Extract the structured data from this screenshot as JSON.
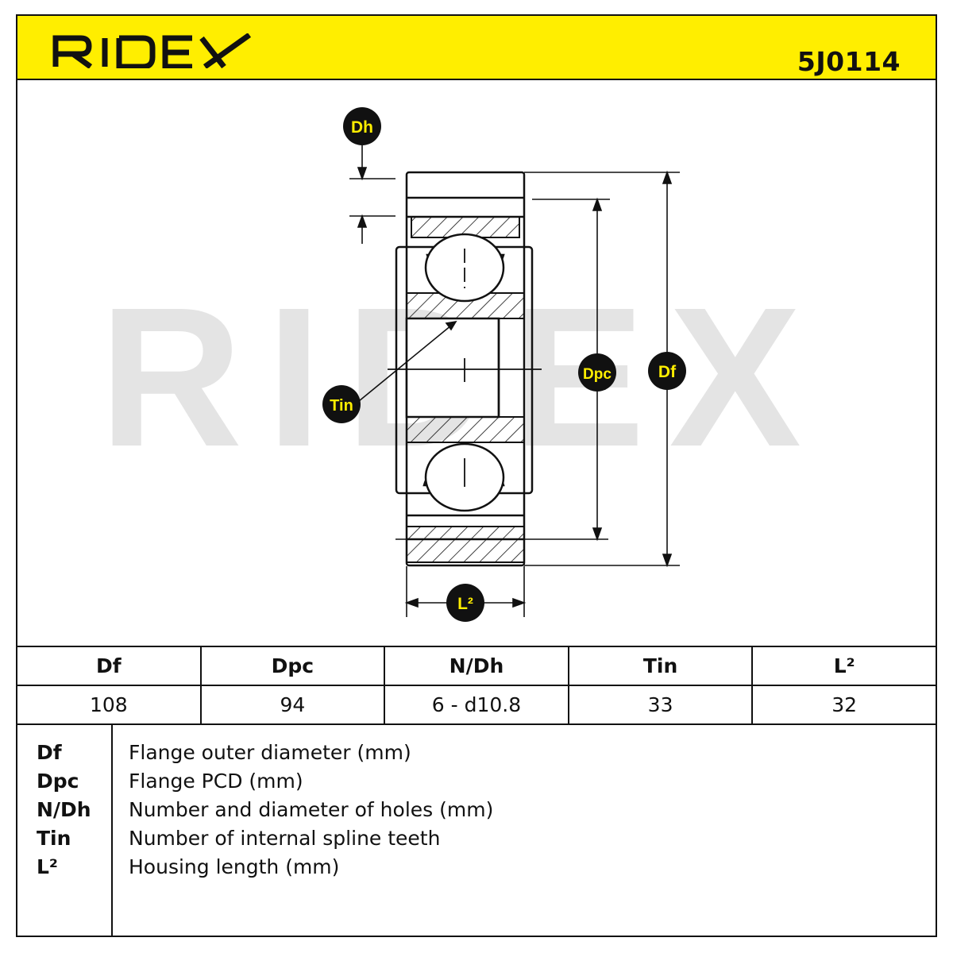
{
  "header": {
    "brand": "RIDEX",
    "part_number": "5J0114",
    "background_color": "#ffee00"
  },
  "drawing": {
    "watermark": "RIDEX",
    "labels": {
      "dh": "Dh",
      "tin": "Tin",
      "dpc": "Dpc",
      "df": "Df",
      "l2": "L²"
    },
    "badge_color": "#111111",
    "badge_text_color": "#ffee00"
  },
  "specs": {
    "columns": [
      "Df",
      "Dpc",
      "N/Dh",
      "Tin",
      "L²"
    ],
    "values": [
      "108",
      "94",
      "6 - d10.8",
      "33",
      "32"
    ]
  },
  "legend": [
    {
      "abbr": "Df",
      "desc": "Flange outer diameter (mm)"
    },
    {
      "abbr": "Dpc",
      "desc": "Flange PCD (mm)"
    },
    {
      "abbr": "N/Dh",
      "desc": "Number and diameter of holes (mm)"
    },
    {
      "abbr": "Tin",
      "desc": "Number of internal spline teeth"
    },
    {
      "abbr": "L²",
      "desc": "Housing length (mm)"
    }
  ]
}
